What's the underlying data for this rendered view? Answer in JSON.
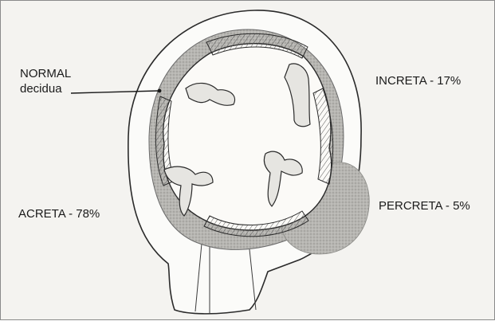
{
  "labels": {
    "normal_line1": "NORMAL",
    "normal_line2": "decidua",
    "increta": "INCRETA - 17%",
    "acreta": "ACRETA - 78%",
    "percreta": "PERCRETA - 5%"
  },
  "placenta_types": [
    {
      "name": "ACRETA",
      "percent": 78
    },
    {
      "name": "INCRETA",
      "percent": 17
    },
    {
      "name": "PERCRETA",
      "percent": 5
    }
  ],
  "colors": {
    "background": "#f4f3f0",
    "line": "#2a2a2a",
    "shading": "#b9b9b6",
    "cavity": "#fbfaf7"
  }
}
